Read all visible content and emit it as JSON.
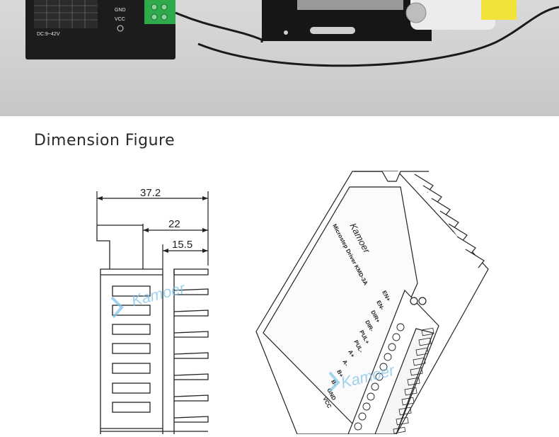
{
  "photo": {
    "driver_label_gnd": "GND",
    "driver_label_vcc": "VCC",
    "driver_label_dc": "DC:9~42V"
  },
  "heading": "Dimension Figure",
  "dimensions": {
    "overall_width": "37.2",
    "mid_width": "22",
    "fin_width": "15.5"
  },
  "logo": {
    "brand": "Kamoer"
  },
  "device": {
    "model_line": "Microstep Driver KMD-3A",
    "terminals": [
      "EN+",
      "EN-",
      "DIR+",
      "DIR-",
      "PUL+",
      "PUL-",
      "A+",
      "A-",
      "B+",
      "B-",
      "GND",
      "VCC"
    ]
  },
  "colors": {
    "photo_bg": "#d0d0d0",
    "logo_blue": "#7fc3e8",
    "terminal_green": "#2faa4a",
    "line": "#222222"
  }
}
